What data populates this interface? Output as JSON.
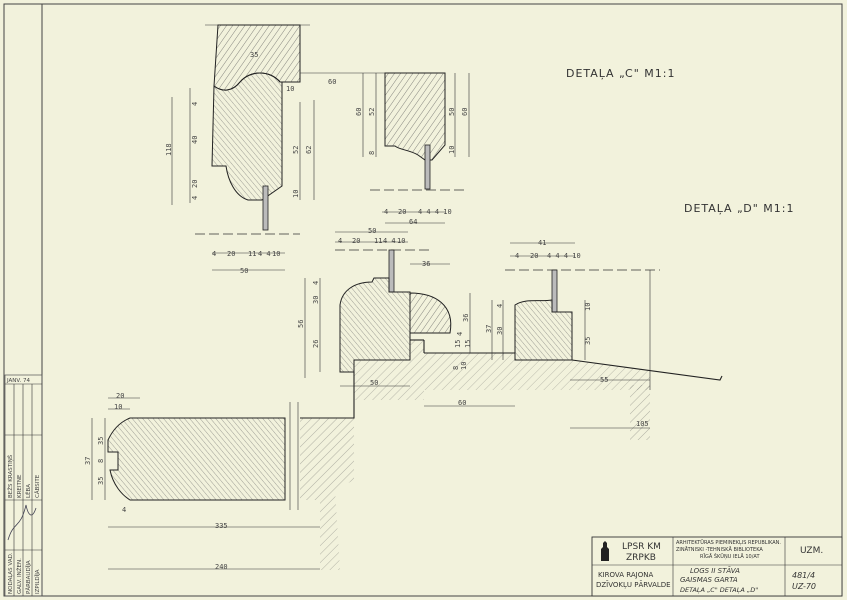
{
  "titles": {
    "detail_c": "DETAĻA „C\" M1:1",
    "detail_d": "DETAĻA „D\" M1:1"
  },
  "dimensions": {
    "c_top_width": "35",
    "c_gap_10": "10",
    "c_spacing_60": "60",
    "c_left_4a": "4",
    "c_left_40": "40",
    "c_left_118": "118",
    "c_left_20": "20",
    "c_left_4b": "4",
    "c_right_52": "52",
    "c_right_62": "62",
    "c_right_10": "10",
    "c_bot_4": "4",
    "c_bot_20": "20",
    "c_bot_11": "11",
    "c_bot_44": "4 4",
    "c_bot_10": "10",
    "c_bot_50": "50",
    "r_60a": "60",
    "r_52": "52",
    "r_8": "8",
    "r_50": "50",
    "r_60b": "60",
    "r_10": "10",
    "r_bot_4": "4",
    "r_bot_20": "20",
    "r_bot_444": "4 4 4 10",
    "r_bot_64": "64",
    "m_50": "50",
    "m_4": "4",
    "m_20": "20",
    "m_11": "11",
    "m_44": "4 4",
    "m_10": "10",
    "m_36": "36",
    "m_l_4": "4",
    "m_l_30": "30",
    "m_l_56": "56",
    "m_l_26": "26",
    "m_r_36": "36",
    "m_r_4": "4",
    "m_r_15a": "15",
    "m_r_15b": "15",
    "m_r_8": "8",
    "m_r_10": "10",
    "m_b_50": "50",
    "m_b_60": "60",
    "d_41": "41",
    "d_4": "4",
    "d_20": "20",
    "d_444": "4 4 4 10",
    "d_37": "37",
    "d_30": "30",
    "d_t4": "4",
    "d_10": "10",
    "d_35": "35",
    "d_55": "55",
    "d_105": "105",
    "s_20": "20",
    "s_10": "10",
    "s_35a": "35",
    "s_8": "8",
    "s_37": "37",
    "s_35b": "35",
    "s_4": "4",
    "s_335": "335",
    "s_240": "240"
  },
  "title_block": {
    "logo_line1": "LPSR KM",
    "logo_line2": "ZRPKB",
    "archive_line1": "ARHITEKTŪRAS PIEMINEKĻIS REPUBLIKAN.",
    "archive_line2": "ZINĀTNISKI -TEHNISKĀ BIBLIOTEKA",
    "archive_line3": "RĪGĀ  ŠKŪŅU IELĀ 10/AT",
    "uzm": "UZM.",
    "client_line1": "KIROVA RAJONA",
    "client_line2": "DZĪVOKĻU PĀRVALDE",
    "drawing_line1": "LOGS II STĀVA",
    "drawing_line2": "GAISMAS GARTA",
    "drawing_line3": "DETAĻA „C\" DETAĻA „D\"",
    "number": "481/4",
    "code": "UZ-70"
  },
  "side_strip": {
    "date": "JANV. 74",
    "roles": [
      "IZPILDĪJA",
      "PĀRBAUDĪJA",
      "GALV. INŽEN.",
      "NODAĻAS VAD."
    ],
    "names": [
      "BEŽS KRASTIŅŠ",
      "KREITNE",
      "LĒBA",
      "CĀBSITE"
    ]
  },
  "colors": {
    "paper": "#f2f2dc",
    "ink": "#333333"
  }
}
